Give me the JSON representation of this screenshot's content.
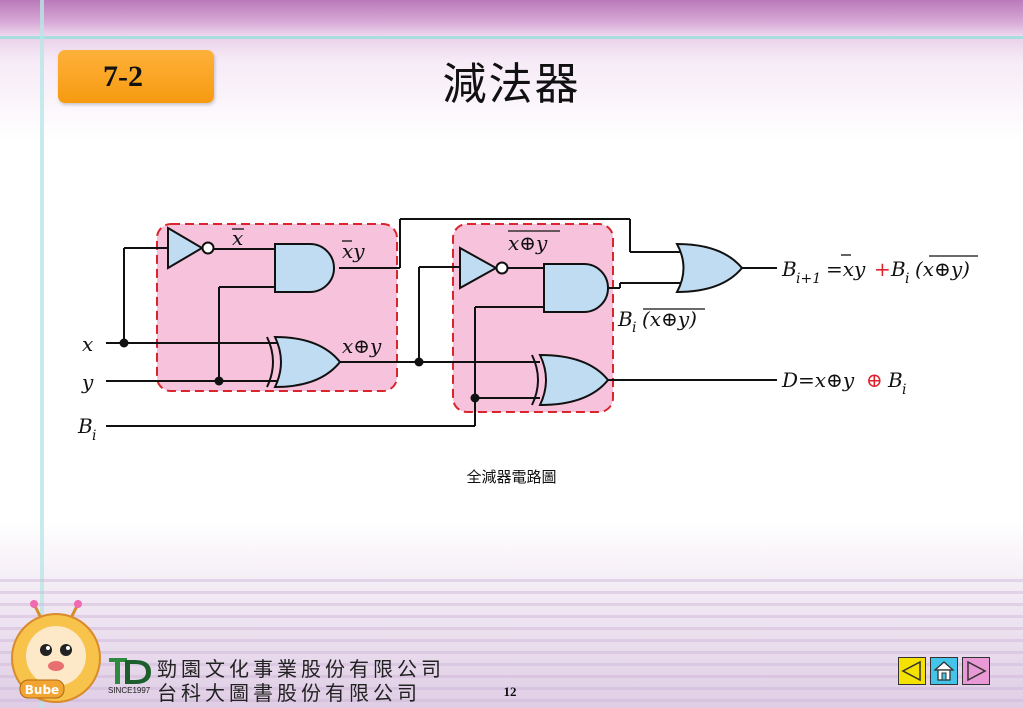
{
  "header": {
    "section": "7-2",
    "title": "減法器"
  },
  "figure": {
    "caption": "全減器電路圖",
    "inputs": {
      "x": "x",
      "y": "y",
      "b": "B",
      "b_sub": "i"
    },
    "labels": {
      "x_bar": "x",
      "xbar_y": "xy",
      "x_xor_y": "x⊕y",
      "xnor_top": "x⊕y",
      "bi_xnor_base": "B",
      "bi_xnor_sub": "i",
      "bi_xnor_expr": "(x⊕y)",
      "borrow_out_B": "B",
      "borrow_out_sub": "i+1",
      "borrow_out_eq": "=xy",
      "borrow_out_plus": "+",
      "borrow_out_B2": "B",
      "borrow_out_sub2": "i",
      "borrow_out_paren": "(x⊕y)",
      "diff_lhs": "D=x⊕y",
      "diff_oplus": "⊕",
      "diff_B": "B",
      "diff_sub": "i"
    },
    "colors": {
      "module_fill": "#f7c3dc",
      "module_border": "#d9252b",
      "gate_fill": "#bfdcf2",
      "highlight": "#e0202a"
    }
  },
  "footer": {
    "company_line1": "勁園文化事業股份有限公司",
    "company_line2": "台科大圖書股份有限公司",
    "since": "SINCE1997",
    "mascot": "Bube",
    "page_number": "12",
    "nav": {
      "prev_icon": "left-arrow-icon",
      "home_icon": "home-icon",
      "next_icon": "right-arrow-icon"
    }
  }
}
